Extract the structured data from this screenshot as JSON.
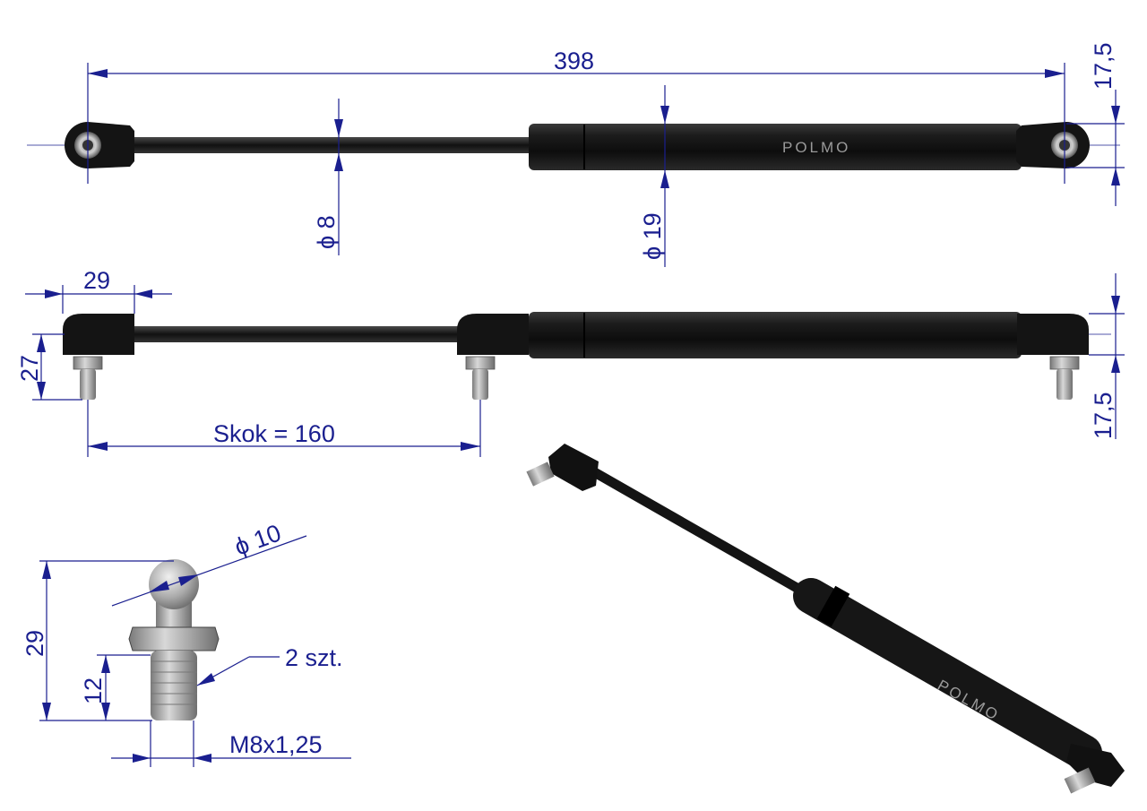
{
  "dimensions": {
    "overall_length": "398",
    "eye_height": "17,5",
    "rod_diameter": "ϕ 8",
    "tube_diameter": "ϕ 19",
    "end_fitting_length": "29",
    "end_fitting_height": "27",
    "stroke": "Skok = 160",
    "stud_offset": "17,5",
    "ball_diameter": "ϕ 10",
    "stud_height": "29",
    "thread_length": "12",
    "quantity": "2 szt.",
    "thread": "M8x1,25"
  },
  "brand": {
    "logo": "POLMO"
  },
  "colors": {
    "dimension": "#1a1f8f",
    "body": "#151515",
    "metal": "#a8a8a8"
  }
}
